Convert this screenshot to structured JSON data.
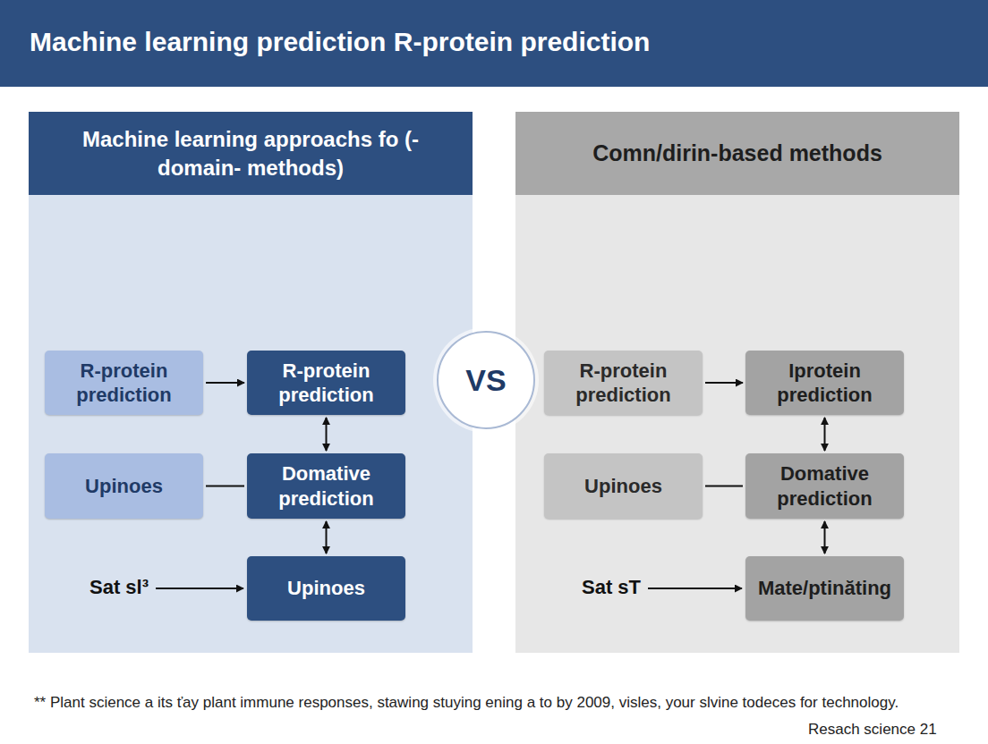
{
  "diagram": {
    "title": "Machine learning prediction R-protein prediction",
    "caption": "** Plant science a its ťay plant immune responses, stawing stuying ening a to by 2009, visles, your slvine todeces for technology.",
    "nodes": [
      {
        "text": [
          "Machine learning approachs fo (-domain- methods)"
        ]
      },
      {
        "text": [
          "R-protein prediction"
        ],
        "in": 0
      },
      {
        "text": [
          "R-protein prediction"
        ],
        "in": 0
      },
      {
        "text": [
          "Upinoes"
        ],
        "in": 0
      },
      {
        "text": [
          "Domative prediction"
        ],
        "in": 0
      },
      {
        "text": [
          "Upinoes"
        ],
        "in": 0
      },
      {
        "text": [
          "VS"
        ]
      },
      {
        "text": [
          "Comn/dirin-based methods"
        ]
      },
      {
        "text": [
          "R-protein prediction"
        ],
        "in": 7
      },
      {
        "text": [
          "Iprotein prediction"
        ],
        "in": 7
      },
      {
        "text": [
          "Upinoes"
        ],
        "in": 7
      },
      {
        "text": [
          "Domative prediction"
        ],
        "in": 7
      },
      {
        "text": [
          "Mate/ptinăting"
        ],
        "in": 7
      }
    ],
    "edges": [
      {
        "from": 1,
        "to": 2,
        "arrow": "to"
      },
      {
        "from": 2,
        "to": 4,
        "arrow": "both"
      },
      {
        "from": 3,
        "to": 4,
        "arrow": "none"
      },
      {
        "from": 4,
        "to": 5,
        "arrow": "both"
      },
      {
        "from": 8,
        "to": 9,
        "arrow": "to"
      },
      {
        "from": 9,
        "to": 11,
        "arrow": "both"
      },
      {
        "from": 10,
        "to": 11,
        "arrow": "none"
      },
      {
        "from": 11,
        "to": 12,
        "arrow": "both"
      }
    ],
    "labels": [
      "Sat sl³",
      "Sat sT",
      "Resach science 21"
    ]
  }
}
